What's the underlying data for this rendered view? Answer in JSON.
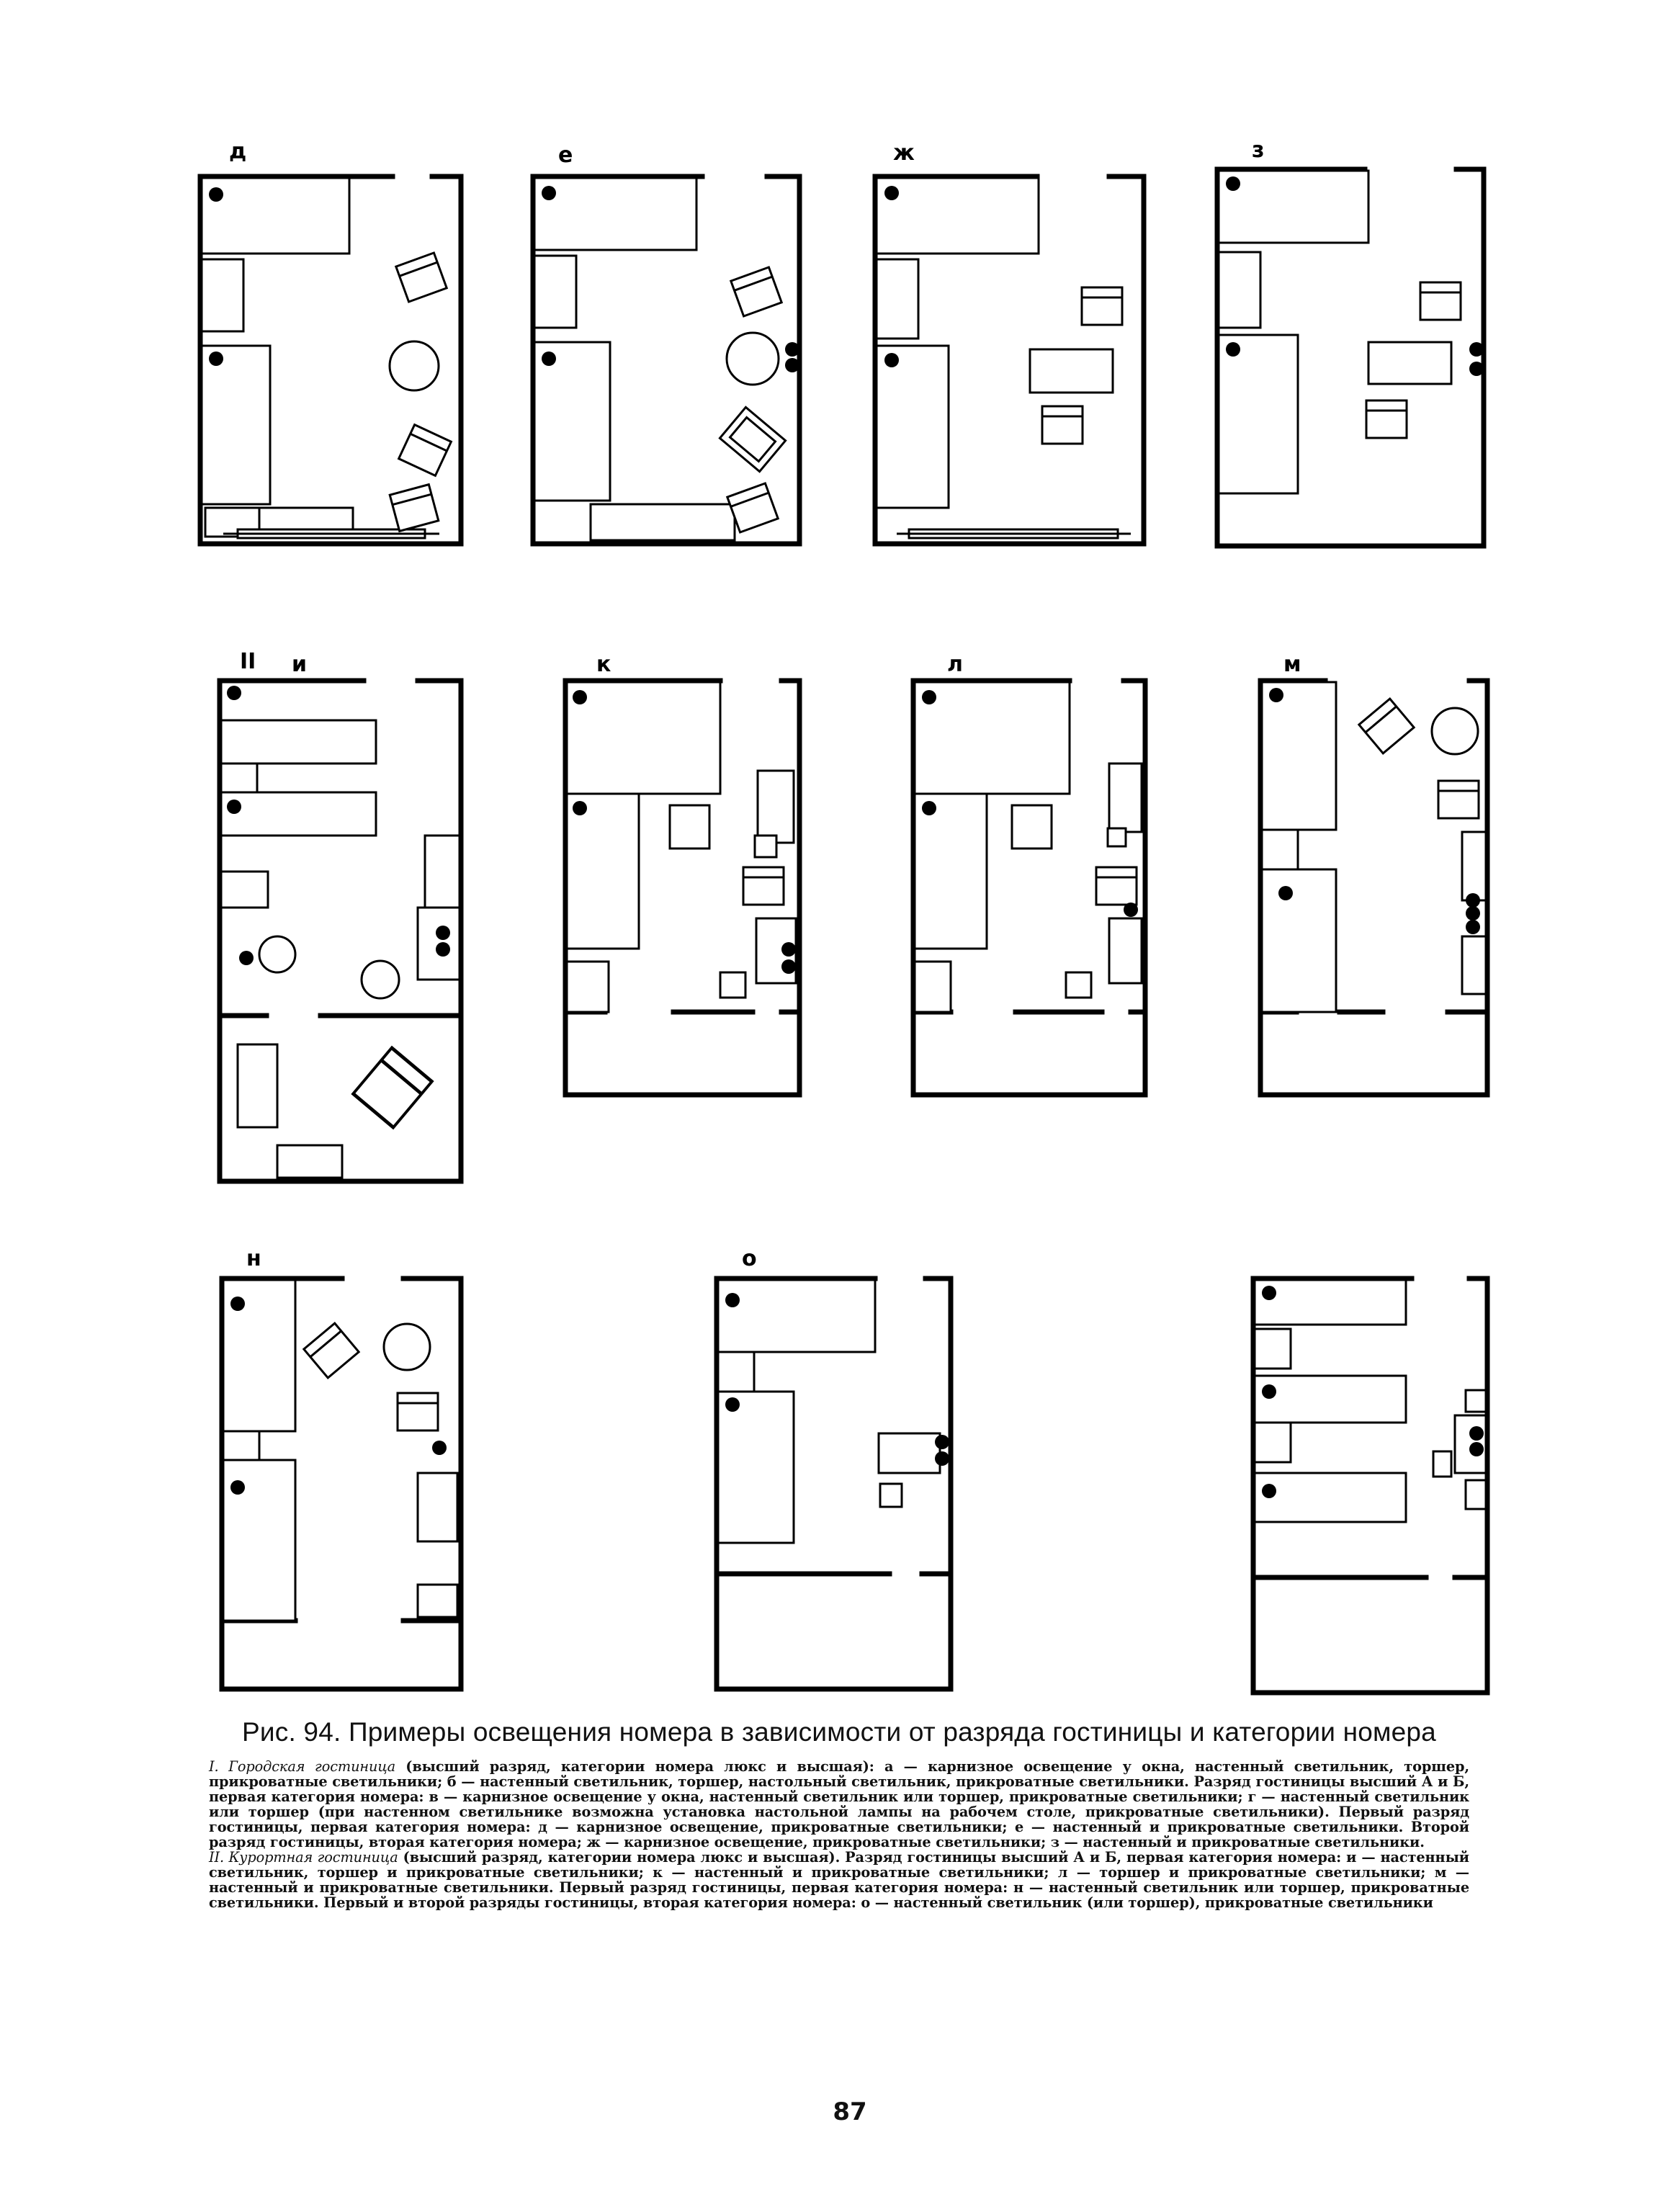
{
  "figure": {
    "plan_labels": {
      "d": "д",
      "e": "е",
      "zh": "ж",
      "z": "з",
      "group2": "II",
      "i": "и",
      "k": "к",
      "l": "л",
      "m": "м",
      "n": "н",
      "o": "о"
    },
    "caption_title": "Рис. 94. Примеры освещения номера в зависимости от разряда гостиницы и категории номера",
    "caption_part1_lead": "I. Городская гостиница",
    "caption_part1_text": " (высший разряд, категории номера люкс и высшая): а — карнизное освещение у окна, настенный светильник, торшер, прикроватные светильники; б — настенный светильник, торшер, настольный светильник, прикроватные светильники. Разряд гостиницы высший А и Б, первая категория номера: в — карнизное освещение у окна, настенный светильник или торшер, прикроватные светильники; г — настенный светильник или торшер (при настенном светильнике возможна установка настольной лампы на рабочем столе, прикроватные светильники). Первый разряд гостиницы, первая категория номера: д — карнизное освещение, прикроватные светильники; е — настенный и прикроватные светильники. Второй разряд гостиницы, вторая категория номера; ж — карнизное освещение, прикроватные светильники; з — настенный и прикроватные светильники.",
    "caption_part2_lead": "II. Курортная гостиница",
    "caption_part2_text": " (высший разряд, категории номера люкс и высшая). Разряд гостиницы высший А и Б, первая категория номера: и — настенный светильник, торшер и прикроватные светильники; к — настенный и прикроватные светильники; л — торшер и прикроватные светильники; м — настенный и прикроватные светильники. Первый разряд гостиницы, первая категория номера: н — настенный светильник или торшер, прикроватные светильники. Первый и второй разряды гостиницы, вторая категория номера: о — настенный светильник (или торшер), прикроватные светильники"
  },
  "page_number": "87"
}
